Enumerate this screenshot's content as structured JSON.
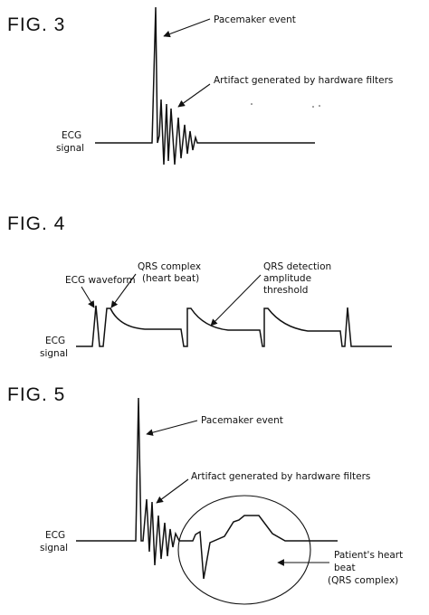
{
  "figures": {
    "fig3": {
      "title": "FIG. 3",
      "pacemaker_label": "Pacemaker event",
      "artifact_label": "Artifact generated by hardware filters",
      "ecg_label_1": "ECG",
      "ecg_label_2": "signal"
    },
    "fig4": {
      "title": "FIG. 4",
      "waveform_label": "ECG waveform",
      "qrs_label_1": "QRS complex",
      "qrs_label_2": "(heart beat)",
      "threshold_label_1": "QRS detection",
      "threshold_label_2": "amplitude",
      "threshold_label_3": "threshold",
      "ecg_label_1": "ECG",
      "ecg_label_2": "signal"
    },
    "fig5": {
      "title": "FIG. 5",
      "pacemaker_label": "Pacemaker event",
      "artifact_label": "Artifact generated by hardware filters",
      "heartbeat_label_1": "Patient's heart",
      "heartbeat_label_2": "beat",
      "heartbeat_label_3": "(QRS complex)",
      "ecg_label_1": "ECG",
      "ecg_label_2": "signal"
    }
  },
  "colors": {
    "ink": "#111111",
    "paper": "#ffffff"
  }
}
